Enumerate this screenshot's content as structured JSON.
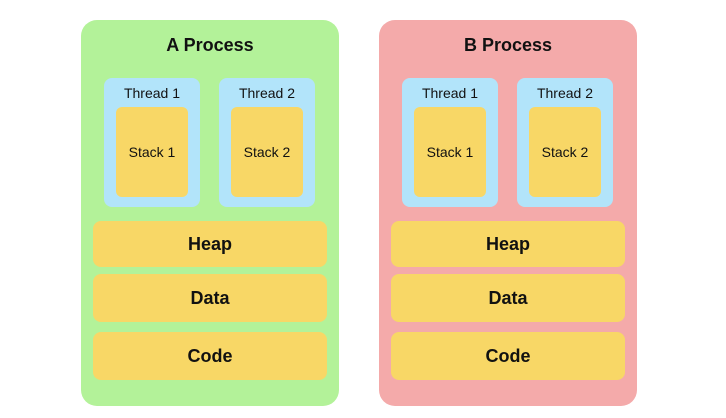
{
  "colors": {
    "process_a_bg": "#b3f299",
    "process_b_bg": "#f4aaaa",
    "thread_bg": "#b2e4fa",
    "segment_bg": "#f8d766"
  },
  "processes": [
    {
      "title": "A Process",
      "threads": [
        {
          "label": "Thread 1",
          "stack": "Stack 1"
        },
        {
          "label": "Thread 2",
          "stack": "Stack 2"
        }
      ],
      "segments": {
        "heap": "Heap",
        "data": "Data",
        "code": "Code"
      }
    },
    {
      "title": "B Process",
      "threads": [
        {
          "label": "Thread 1",
          "stack": "Stack 1"
        },
        {
          "label": "Thread 2",
          "stack": "Stack 2"
        }
      ],
      "segments": {
        "heap": "Heap",
        "data": "Data",
        "code": "Code"
      }
    }
  ]
}
